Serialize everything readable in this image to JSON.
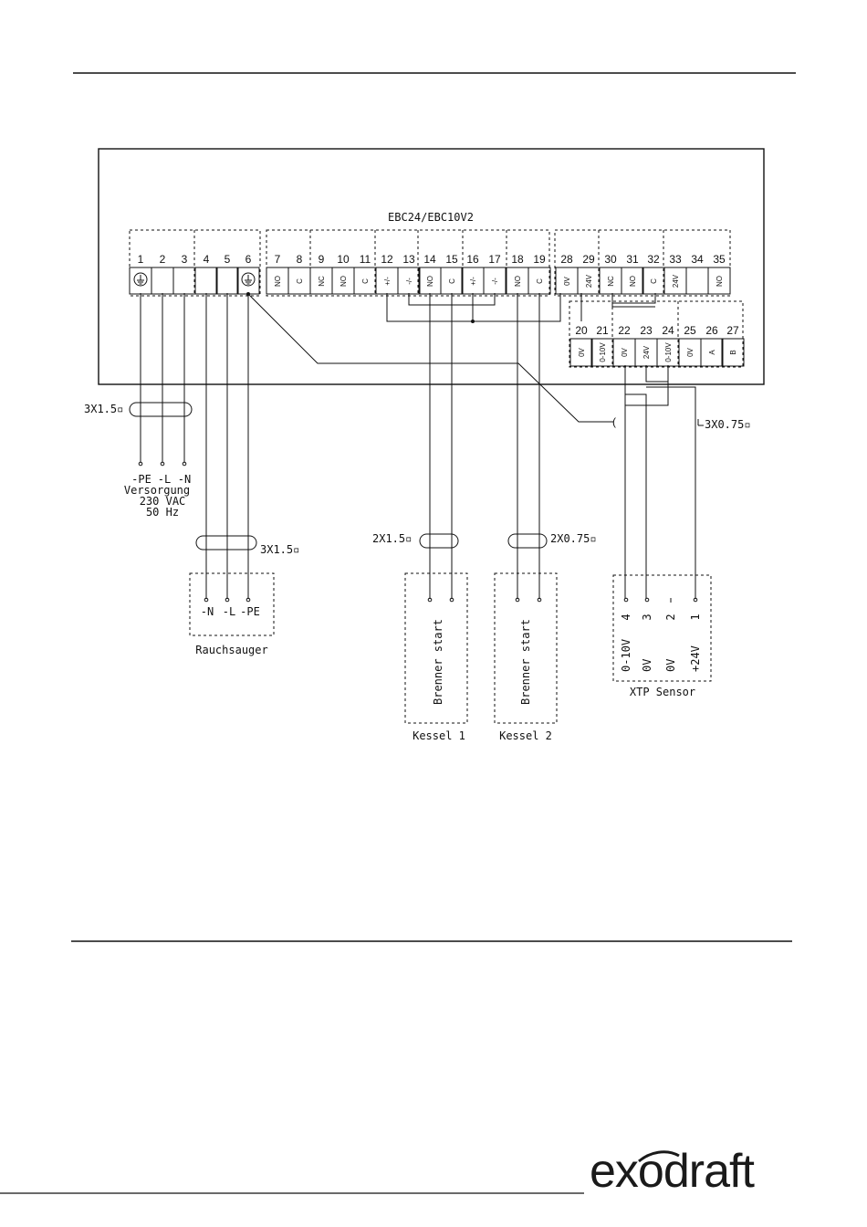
{
  "device_label": "EBC24/EBC10V2",
  "terminals_top": [
    "1",
    "2",
    "3",
    "4",
    "5",
    "6",
    "7",
    "8",
    "9",
    "10",
    "11",
    "12",
    "13",
    "14",
    "15",
    "16",
    "17",
    "18",
    "19",
    "28",
    "29",
    "30",
    "31",
    "32",
    "33",
    "34",
    "35"
  ],
  "terminal_signals_top": {
    "7": "NO",
    "8": "C",
    "9": "NC",
    "10": "NO",
    "11": "C",
    "12": "+/-",
    "13": "-/-",
    "14": "NO",
    "15": "C",
    "16": "+/-",
    "17": "-/-",
    "18": "NO",
    "19": "C",
    "28": "0V",
    "29": "24V",
    "30": "NC",
    "31": "NO",
    "32": "C",
    "33": "24V",
    "35": "NO"
  },
  "terminals_lower": [
    "20",
    "21",
    "22",
    "23",
    "24",
    "25",
    "26",
    "27"
  ],
  "terminal_signals_lower": {
    "20": "0V",
    "21": "0-10V",
    "22": "0V",
    "23": "24V",
    "24": "0-10V",
    "25": "0V",
    "26": "A",
    "27": "B"
  },
  "cables": {
    "supply": "3X1.5▫",
    "fan": "3X1.5▫",
    "sensor": "3X0.75▫",
    "boiler1": "2X1.5▫",
    "boiler2": "2X0.75▫"
  },
  "supply": {
    "pe": "-PE",
    "l": "-L",
    "n": "-N",
    "title": "Versorgung",
    "voltage": "230 VAC",
    "freq": "50 Hz"
  },
  "fan": {
    "n": "-N",
    "l": "-L",
    "pe": "-PE",
    "title": "Rauchsauger"
  },
  "boilers": [
    {
      "inner": "Brenner start",
      "title": "Kessel 1"
    },
    {
      "inner": "Brenner start",
      "title": "Kessel 2"
    }
  ],
  "sensor": {
    "title": "XTP Sensor",
    "pins": [
      "4",
      "3",
      "2",
      "1"
    ],
    "signals": [
      "0-10V",
      "0V",
      "0V",
      "+24V"
    ]
  },
  "brand": "exodraft"
}
